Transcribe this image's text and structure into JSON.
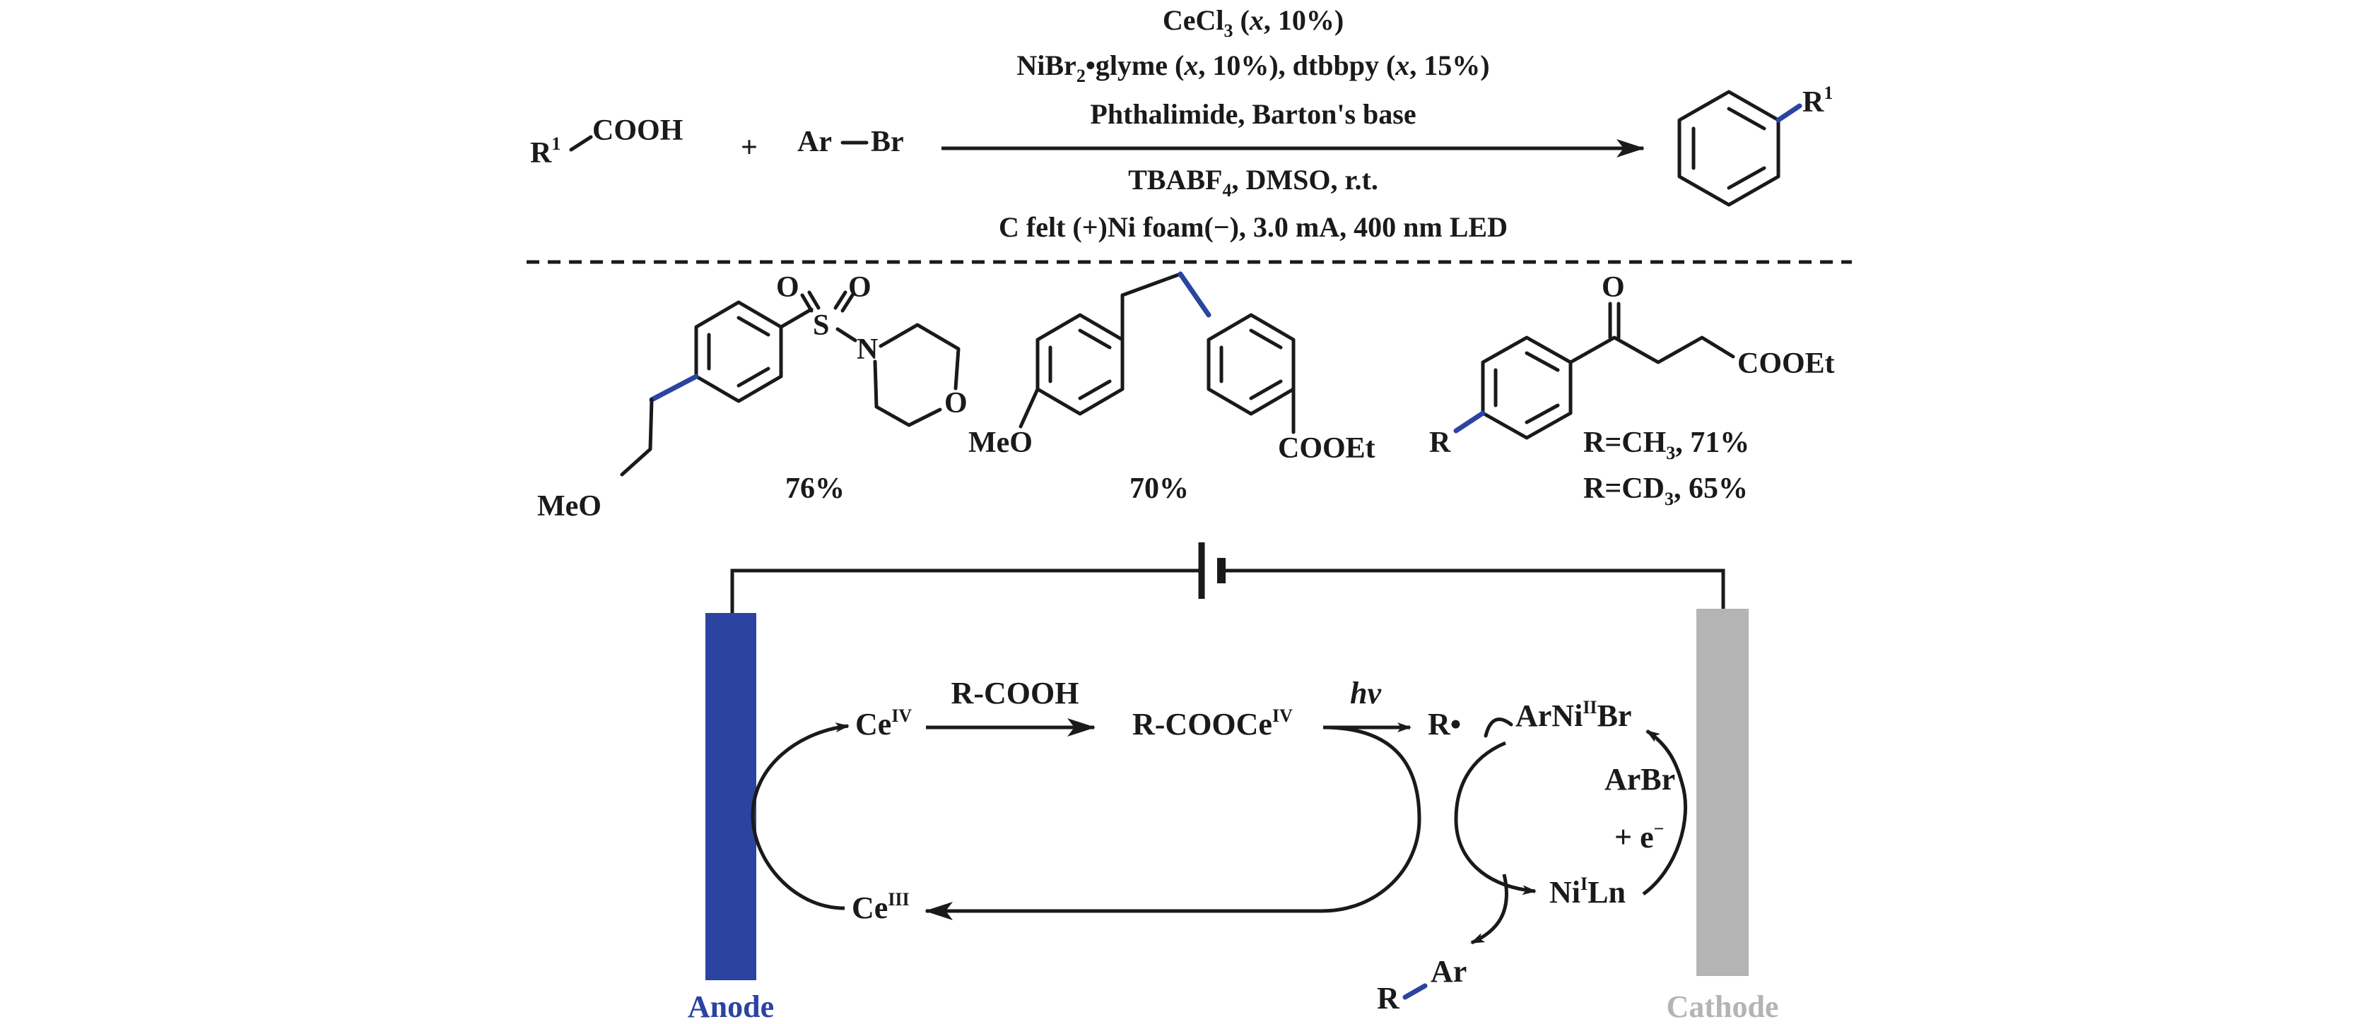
{
  "colors": {
    "ink": "#1a1a1a",
    "anode": "#2b43a1",
    "cathode": "#b4b4b4",
    "new_bond": "#2a44a0"
  },
  "reaction": {
    "reactant_1": {
      "r_label": "R",
      "r_sup": "1",
      "group": "COOH"
    },
    "plus": "+",
    "reactant_2": {
      "left": "Ar",
      "right": "Br"
    },
    "conditions_above": [
      {
        "parts": [
          "CeCl",
          "3",
          " (",
          "x",
          ", 10%)"
        ]
      },
      {
        "parts": [
          "NiBr",
          "2",
          "•glyme (",
          "x",
          ", 10%), dtbbpy (",
          "x",
          ", 15%)"
        ]
      },
      {
        "parts": [
          "Phthalimide, Barton's base"
        ]
      }
    ],
    "conditions_below": [
      {
        "parts": [
          "TBABF",
          "4",
          ", DMSO, r.t."
        ]
      },
      {
        "parts": [
          "C felt (+)Ni foam(−), 3.0 mA, 400 nm LED"
        ]
      }
    ],
    "product": {
      "r_label": "R",
      "r_sup": "1"
    }
  },
  "examples": [
    {
      "labels": {
        "o1": "O",
        "o2": "O",
        "s": "S",
        "n": "N",
        "o_ring": "O",
        "meo": "MeO"
      },
      "yield": "76%"
    },
    {
      "labels": {
        "meo": "MeO",
        "ester": "COOEt"
      },
      "yield": "70%"
    },
    {
      "labels": {
        "o": "O",
        "r": "R",
        "ester": "COOEt"
      },
      "yields": [
        {
          "prefix": "R=CH",
          "sub": "3",
          "suffix": ", 71%"
        },
        {
          "prefix": "R=CD",
          "sub": "3",
          "suffix": ", 65%"
        }
      ]
    }
  ],
  "mechanism": {
    "anode_label": "Anode",
    "cathode_label": "Cathode",
    "ce4": {
      "base": "Ce",
      "sup": "IV"
    },
    "ce3": {
      "base": "Ce",
      "sup": "III"
    },
    "rcooh": "R-COOH",
    "carboxylate": {
      "base": "R-COOCe",
      "sup": "IV"
    },
    "hv": "hv",
    "radical": "R•",
    "ni2": {
      "pre": "ArNi",
      "sup": "II",
      "post": "Br"
    },
    "ni1": {
      "pre": "Ni",
      "sup": "I",
      "post": "Ln"
    },
    "arbr": "ArBr",
    "electron": {
      "base": "+ e",
      "sup": "−"
    },
    "product": {
      "r": "R",
      "ar": "Ar"
    }
  }
}
